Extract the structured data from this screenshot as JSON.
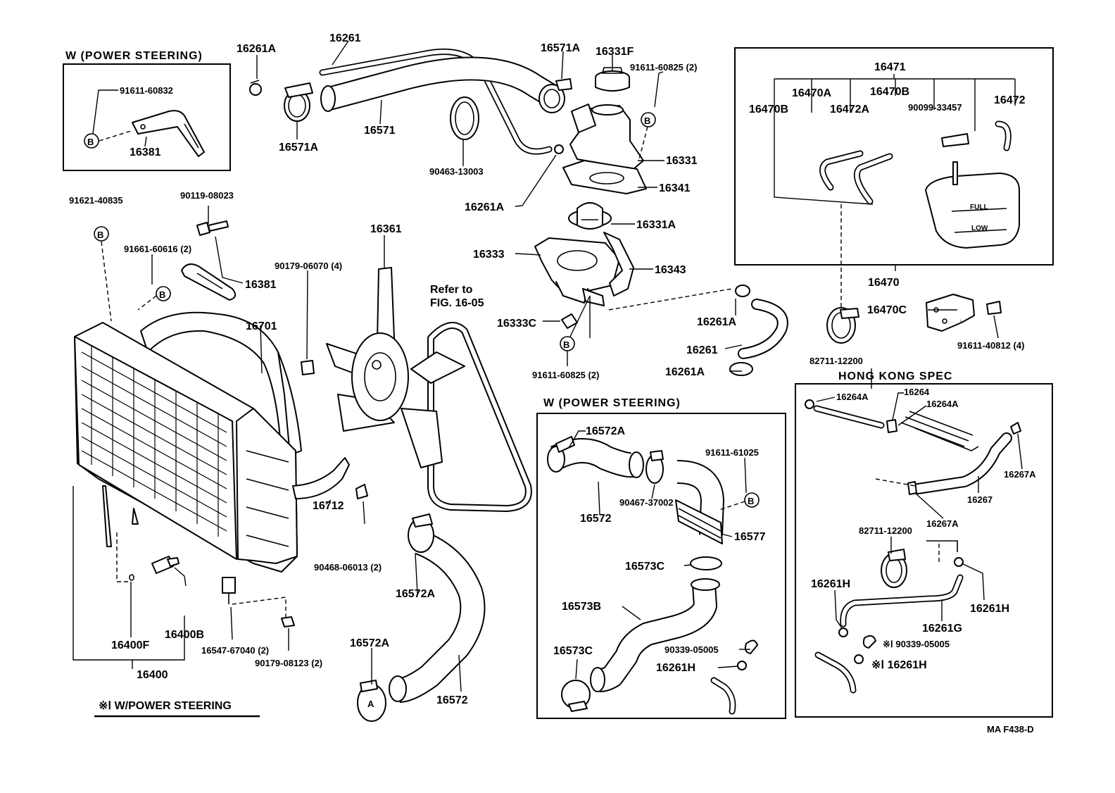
{
  "sections": {
    "ps_top_left": "W (POWER STEERING)",
    "ps_middle": "W (POWER STEERING)",
    "hong_kong": "HONG KONG SPEC"
  },
  "footnote": "※Ⅰ W/POWER STEERING",
  "refer": [
    "Refer to",
    "FIG. 16-05"
  ],
  "figure_code": "MA F438-D",
  "labels": {
    "p16261A_1": "16261A",
    "p16261_1": "16261",
    "p16571A_1": "16571A",
    "p16331F": "16331F",
    "p91611_60825a": "91611-60825 (2)",
    "p91611_60832": "91611-60832",
    "p16381_1": "16381",
    "p16571A_2": "16571A",
    "p16571": "16571",
    "p90463": "90463-13003",
    "p16331": "16331",
    "p16341": "16341",
    "p16261A_2": "16261A",
    "p91621": "91621-40835",
    "p90119": "90119-08023",
    "p91661": "91661-60616 (2)",
    "p16381_2": "16381",
    "p90179_06070": "90179-06070 (4)",
    "p16361": "16361",
    "p16331A": "16331A",
    "p16333": "16333",
    "p16343": "16343",
    "p16701": "16701",
    "p16333C": "16333C",
    "p91611_60825b": "91611-60825 (2)",
    "p16261A_3": "16261A",
    "p16261_2": "16261",
    "p16261A_4": "16261A",
    "p16471": "16471",
    "p16470A": "16470A",
    "p16470B_1": "16470B",
    "p16470B_2": "16470B",
    "p16472A": "16472A",
    "p90099": "90099-33457",
    "p16472": "16472",
    "p16470": "16470",
    "p16470C": "16470C",
    "p82711_a": "82711-12200",
    "p91611_40812": "91611-40812 (4)",
    "p16572A_1": "16572A",
    "p91611_61025": "91611-61025",
    "p90467": "90467-37002",
    "p16572_1": "16572",
    "p16577": "16577",
    "p16573C_1": "16573C",
    "p16573B": "16573B",
    "p16573C_2": "16573C",
    "p90339_a": "90339-05005",
    "p16261H_1": "16261H",
    "p16712": "16712",
    "p90468": "90468-06013 (2)",
    "p16572A_2": "16572A",
    "p16572A_3": "16572A",
    "p16572_2": "16572",
    "p16400F": "16400F",
    "p16400B": "16400B",
    "p16400": "16400",
    "p16547": "16547-67040 (2)",
    "p90179_08123": "90179-08123 (2)",
    "p16264A_1": "16264A",
    "p16264": "16264",
    "p16264A_2": "16264A",
    "p16267A_1": "16267A",
    "p16267": "16267",
    "p16267A_2": "16267A",
    "p82711_b": "82711-12200",
    "p16261H_2": "16261H",
    "p16261H_3": "16261H",
    "p16261G": "16261G",
    "p90339_b": "※Ⅰ 90339-05005",
    "p16261H_4": "※Ⅰ 16261H"
  },
  "bolt_marker": "B",
  "tank_marks": [
    "FULL",
    "LOW"
  ],
  "clamp_mark": "A"
}
